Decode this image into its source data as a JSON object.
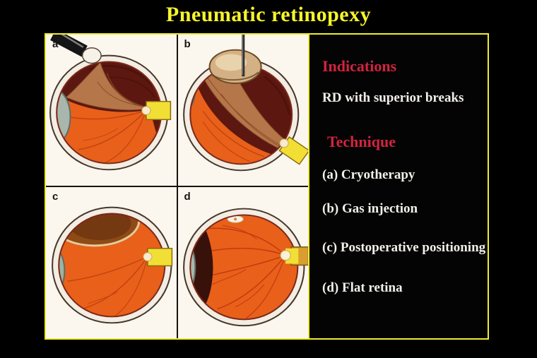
{
  "title": "Pneumatic retinopexy",
  "figure": {
    "panels": [
      {
        "label": "a"
      },
      {
        "label": "b"
      },
      {
        "label": "c"
      },
      {
        "label": "d"
      }
    ]
  },
  "sidebar": {
    "indications_heading": "Indications",
    "indications_text": "RD with superior breaks",
    "technique_heading": "Technique",
    "steps": [
      "(a) Cryotherapy",
      "(b) Gas injection",
      "(c) Postoperative positioning",
      "(d) Flat retina"
    ]
  },
  "colors": {
    "background": "#000000",
    "frame_yellow": "#eded2e",
    "title_yellow": "#f7f42c",
    "heading_red": "#d0243f",
    "body_text": "#f2efe9",
    "retina_orange": "#e8601a",
    "choroid_maroon": "#5d1711",
    "detached_retina_tan": "#b5764a",
    "gas_bubble_beige": "#d3b184",
    "optic_nerve_yellow": "#f2df35"
  }
}
